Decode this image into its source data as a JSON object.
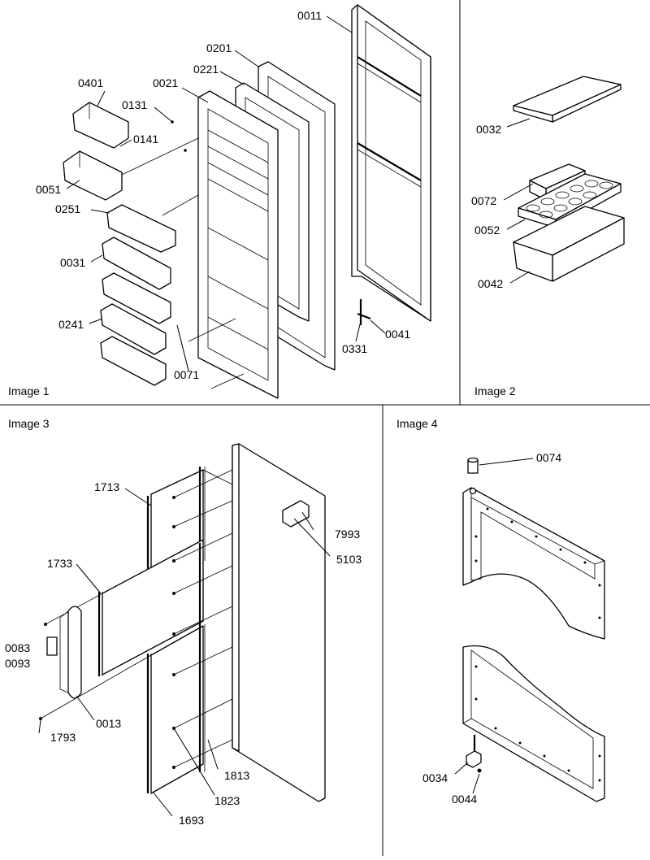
{
  "panels": [
    {
      "caption": "Image 1",
      "part_numbers": [
        "0011",
        "0201",
        "0221",
        "0021",
        "0131",
        "0401",
        "0141",
        "0051",
        "0251",
        "0031",
        "0241",
        "0071",
        "0331",
        "0041"
      ]
    },
    {
      "caption": "Image 2",
      "part_numbers": [
        "0032",
        "0072",
        "0052",
        "0042"
      ]
    },
    {
      "caption": "Image 3",
      "part_numbers": [
        "1713",
        "7993",
        "5103",
        "1733",
        "0083",
        "0093",
        "0013",
        "1793",
        "1813",
        "1823",
        "1693"
      ]
    },
    {
      "caption": "Image 4",
      "part_numbers": [
        "0074",
        "0034",
        "0044"
      ]
    }
  ]
}
